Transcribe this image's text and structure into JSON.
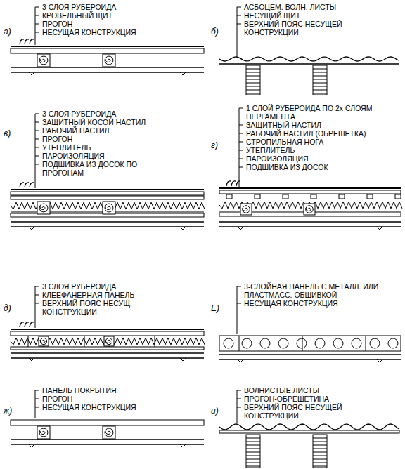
{
  "diagram": {
    "labels": [
      "а)",
      "3 СЛОЯ РУБЕРОИДА",
      "КРОВЕЛЬНЫЙ ЩИТ",
      "ПРОГОН",
      "НЕСУЩАЯ КОНСТРУКЦИЯ",
      "б)",
      "АСБОЦЕМ. ВОЛН. ЛИСТЫ",
      "НЕСУЩИЙ ЩИТ",
      "ВЕРХНИЙ ПОЯС НЕСУЩЕЙ КОНСТРУКЦИИ",
      "в)",
      "3 СЛОЯ РУБЕРОИДА",
      "ЗАЩИТНЫЙ КОСОЙ НАСТИЛ",
      "РАБОЧИЙ НАСТИЛ",
      "ПРОГОН",
      "УТЕПЛИТЕЛЬ",
      "ПАРОИЗОЛЯЦИЯ",
      "ПОДШИВКА ИЗ ДОСОК ПО ПРОГОНАМ",
      "г)",
      "1 СЛОЙ РУБЕРОИДА ПО 2х СЛОЯМ ПЕРГАМЕНТА",
      "ЗАЩИТНЫЙ НАСТИЛ",
      "РАБОЧИЙ НАСТИЛ (ОБРЕШЕТКА)",
      "СТРОПИЛЬНАЯ НОГА",
      "УТЕПЛИТЕЛЬ",
      "ПАРОИЗОЛЯЦИЯ",
      "ПОДШИВКА ИЗ ДОСОК",
      "д)",
      "3 СЛОЯ РУБЕРОИДА",
      "КЛЕЕФАНЕРНАЯ ПАНЕЛЬ",
      "ВЕРХНИЙ ПОЯС НЕСУЩ. КОНСТРУКЦИИ",
      "Е)",
      "3-СЛОЙНАЯ ПАНЕЛЬ С МЕТАЛЛ. ИЛИ ПЛАСТМАСС. ОБШИВКОЙ",
      "НЕСУЩАЯ КОНСТРУКЦИЯ",
      "ж)",
      "ПАНЕЛЬ ПОКРЫТИЯ",
      "ПРОГОН",
      "НЕСУЩАЯ КОНСТРУКЦИЯ",
      "и)",
      "ВОЛНИСТЫЕ ЛИСТЫ",
      "ПРОГОН-ОБРЕШЕТИНА",
      "ВЕРХНИЙ ПОЯС НЕСУЩЕЙ КОНСТРУКЦИИ"
    ]
  }
}
